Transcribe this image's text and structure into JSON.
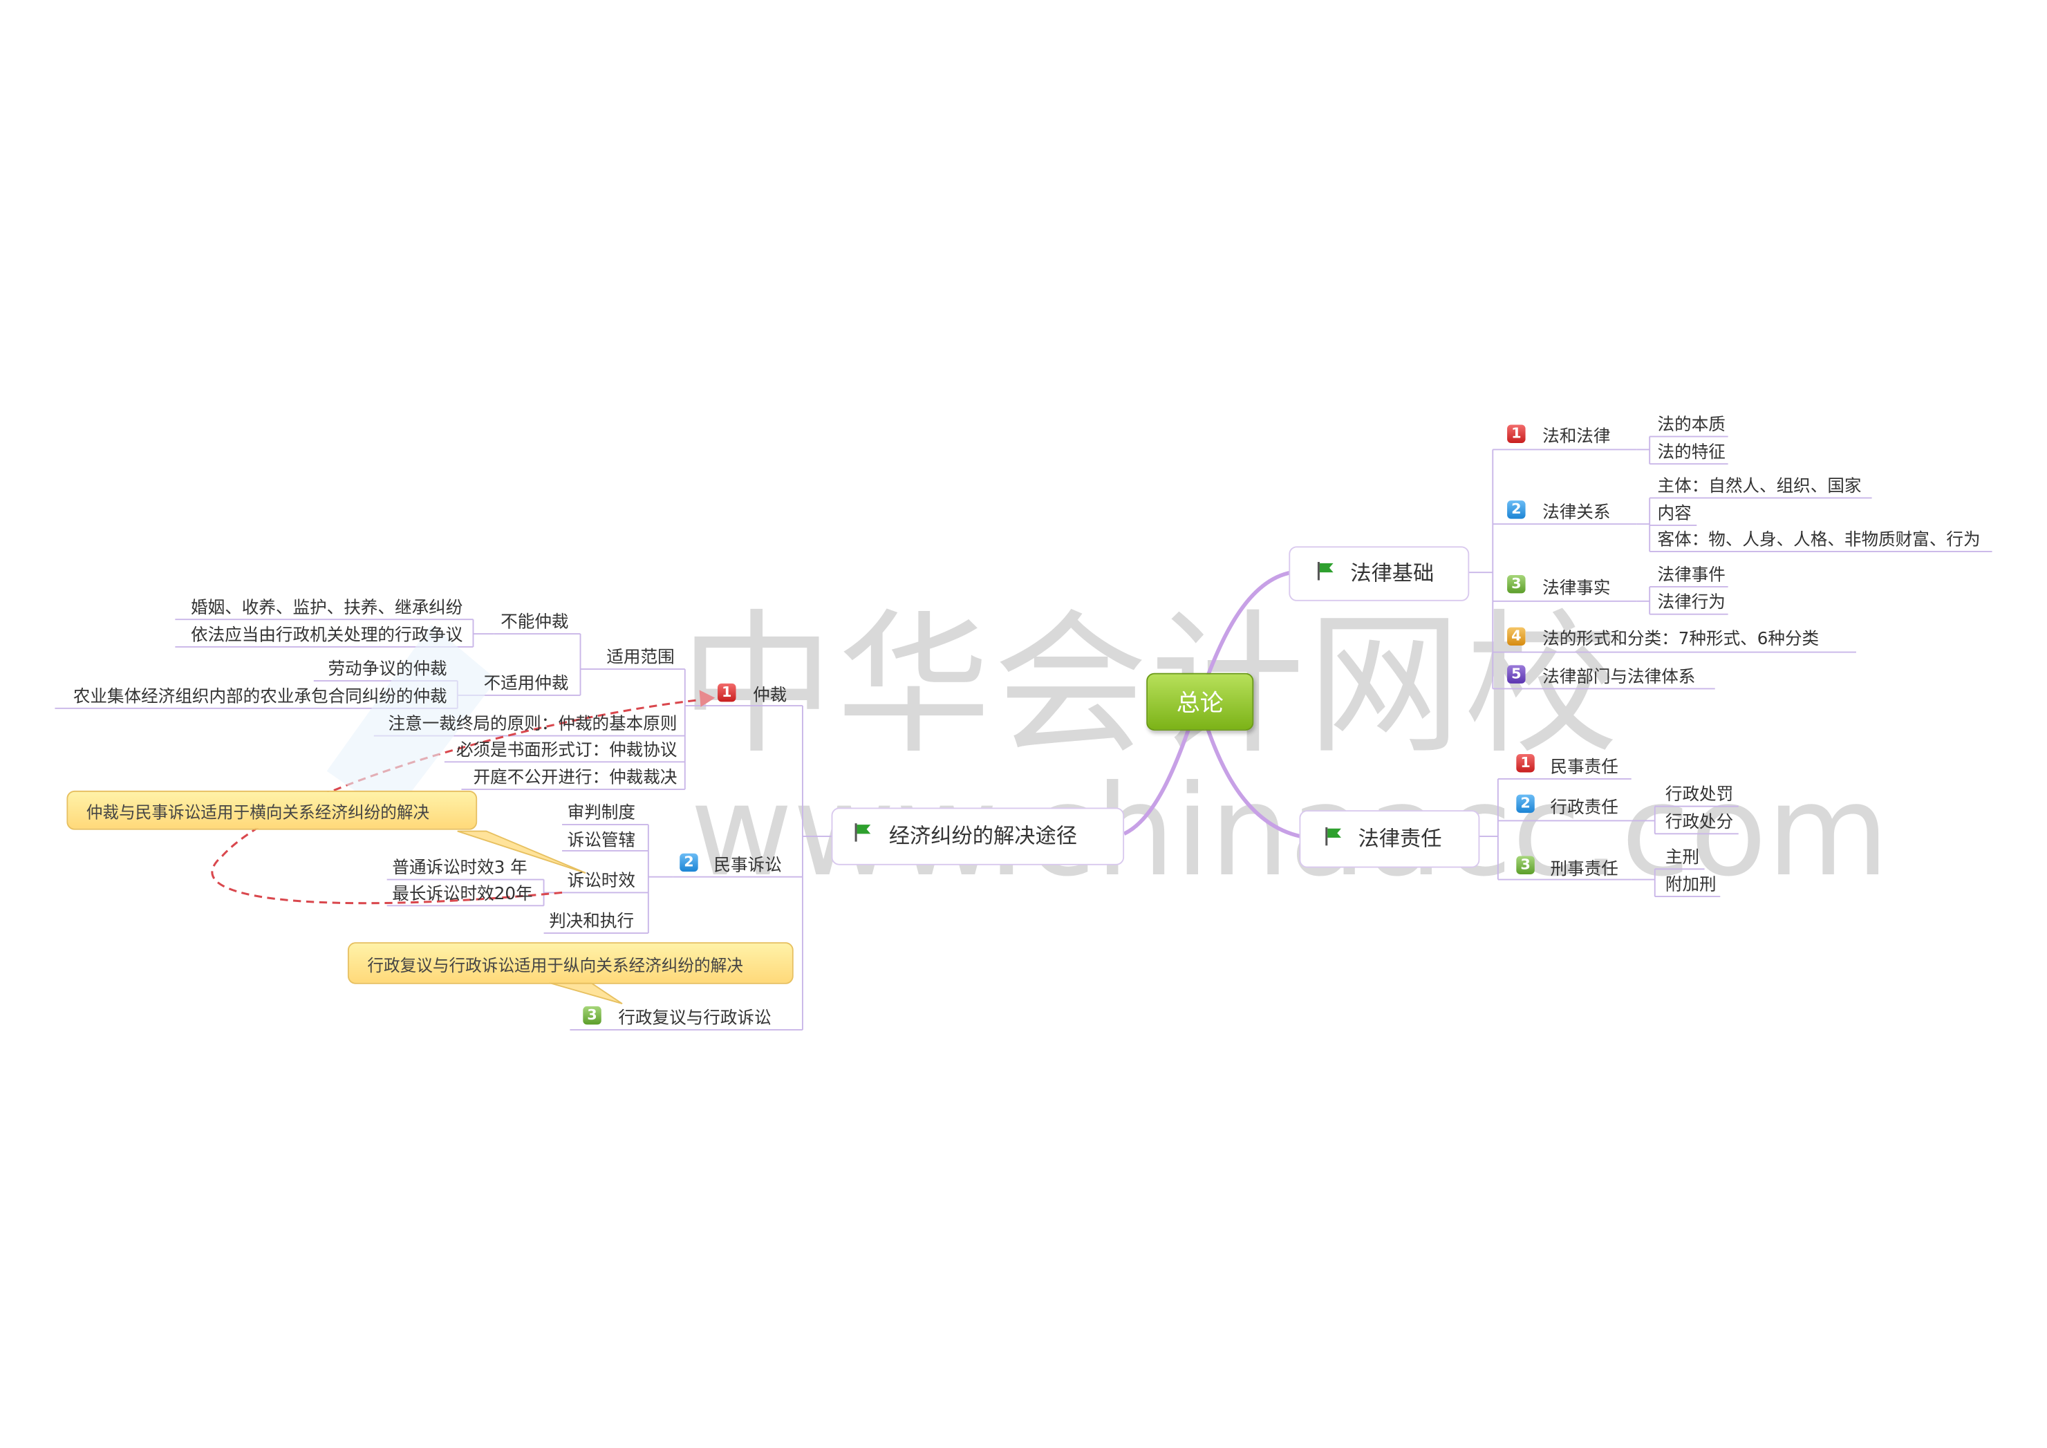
{
  "root": "总论",
  "watermark": {
    "cn": "中华会计网校",
    "en": "www.chinaacc.com"
  },
  "right": {
    "fa_lv_ji_chu": {
      "title": "法律基础",
      "items": [
        {
          "num": "1",
          "label": "法和法律",
          "children": [
            "法的本质",
            "法的特征"
          ]
        },
        {
          "num": "2",
          "label": "法律关系",
          "children": [
            "主体：自然人、组织、国家",
            "内容",
            "客体：物、人身、人格、非物质财富、行为"
          ]
        },
        {
          "num": "3",
          "label": "法律事实",
          "children": [
            "法律事件",
            "法律行为"
          ]
        },
        {
          "num": "4",
          "label": "法的形式和分类：7种形式、6种分类"
        },
        {
          "num": "5",
          "label": "法律部门与法律体系"
        }
      ]
    },
    "fa_lv_ze_ren": {
      "title": "法律责任",
      "items": [
        {
          "num": "1",
          "label": "民事责任"
        },
        {
          "num": "2",
          "label": "行政责任",
          "children": [
            "行政处罚",
            "行政处分"
          ]
        },
        {
          "num": "3",
          "label": "刑事责任",
          "children": [
            "主刑",
            "附加刑"
          ]
        }
      ]
    }
  },
  "left": {
    "title": "经济纠纷的解决途径",
    "zhongcai": {
      "num": "1",
      "label": "仲裁",
      "scope": {
        "label": "适用范围",
        "cannot": {
          "label": "不能仲裁",
          "children": [
            "婚姻、收养、监护、扶养、继承纠纷",
            "依法应当由行政机关处理的行政争议"
          ]
        },
        "notapply": {
          "label": "不适用仲裁",
          "children": [
            "劳动争议的仲裁",
            "农业集体经济组织内部的农业承包合同纠纷的仲裁"
          ]
        }
      },
      "others": [
        "注意一裁终局的原则：仲裁的基本原则",
        "必须是书面形式订：仲裁协议",
        "开庭不公开进行：仲裁裁决"
      ]
    },
    "minshi": {
      "num": "2",
      "label": "民事诉讼",
      "children": [
        "审判制度",
        "诉讼管辖",
        "诉讼时效",
        "判决和执行"
      ],
      "shixiao": [
        "普通诉讼时效3  年",
        "最长诉讼时效20年"
      ]
    },
    "xingzheng": {
      "num": "3",
      "label": "行政复议与行政诉讼"
    }
  },
  "callouts": {
    "c1": "仲裁与民事诉讼适用于横向关系经济纠纷的解决",
    "c2": "行政复议与行政诉讼适用于纵向关系经济纠纷的解决"
  },
  "colors": {
    "line": "#c9b6e8",
    "curve": "#c7a0e6",
    "flag": "#2ea02e",
    "dash": "#d9474d"
  }
}
